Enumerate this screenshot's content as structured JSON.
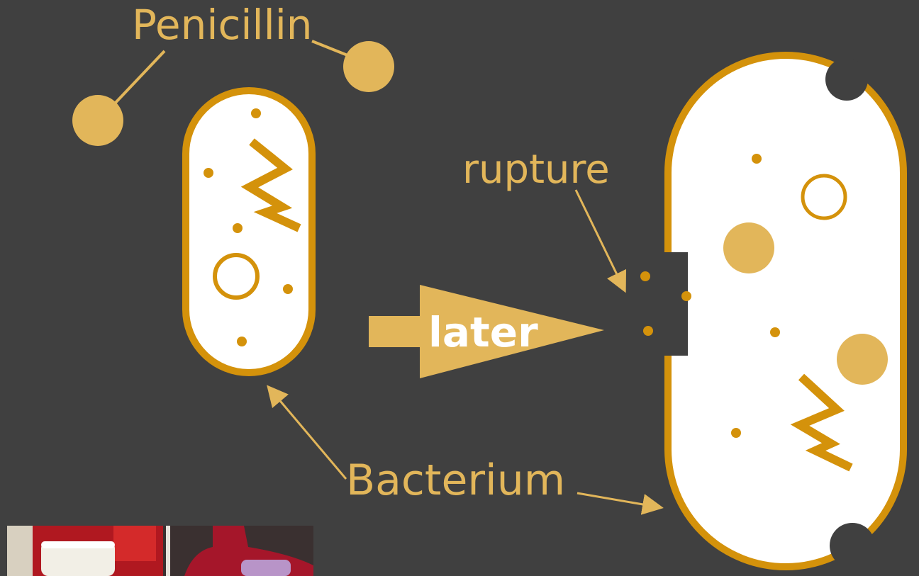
{
  "labels": {
    "penicillin": "Penicillin",
    "rupture": "rupture",
    "bacterium": "Bacterium",
    "later": "later"
  },
  "colors": {
    "background": "#404040",
    "accent": "#e2b65a",
    "membrane": "#d4920b",
    "cell_fill": "#ffffff",
    "arrow_text": "#ffffff"
  }
}
